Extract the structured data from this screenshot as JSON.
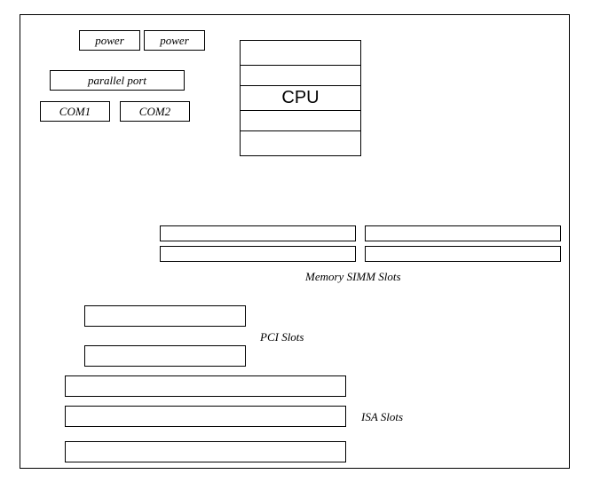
{
  "ports": {
    "power_1": "power",
    "power_2": "power",
    "parallel": "parallel port",
    "com1": "COM1",
    "com2": "COM2"
  },
  "cpu": {
    "label": "CPU"
  },
  "memory": {
    "label": "Memory SIMM Slots"
  },
  "pci": {
    "label": "PCI Slots"
  },
  "isa": {
    "label": "ISA Slots"
  }
}
